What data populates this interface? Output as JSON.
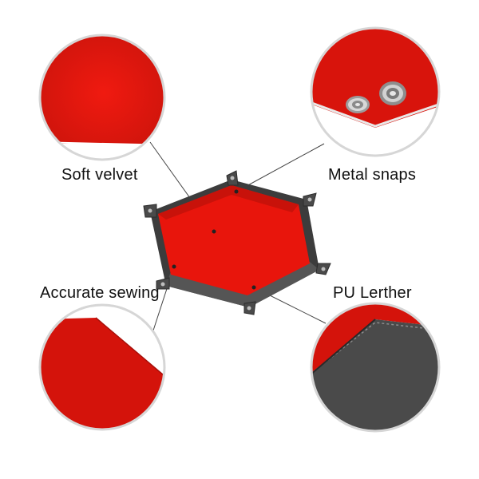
{
  "callouts": {
    "soft_velvet": "Soft velvet",
    "metal_snaps": "Metal snaps",
    "accurate_sewing": "Accurate sewing",
    "pu_leather": "PU Lerther"
  },
  "colors": {
    "velvet_red": "#e0140c",
    "velvet_dark": "#b8120a",
    "leather_gray": "#4a4a4a",
    "leather_dark": "#2c2c2c",
    "snap_metal": "#b9b9b9",
    "circle_border": "#d6d6d6"
  }
}
